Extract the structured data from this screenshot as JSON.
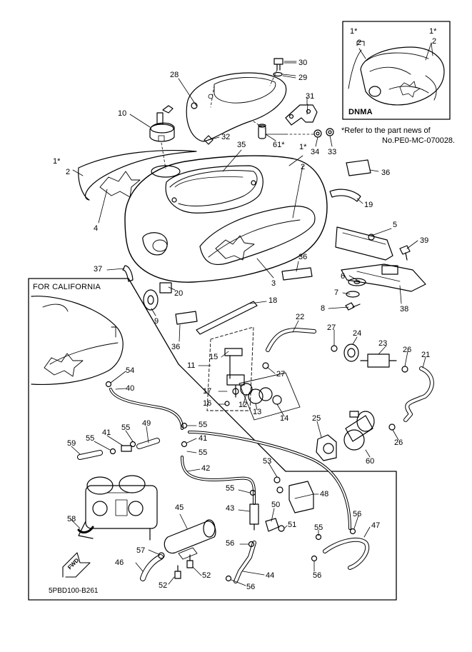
{
  "diagram": {
    "code": "5PBD100-B261",
    "inset_title": "DNMA",
    "inset_labels": {
      "left_star": "1*",
      "left_num": "2",
      "right_star": "1*",
      "right_num": "2"
    },
    "refer_note_line1": "*Refer to the part news of",
    "refer_note_line2": "No.PE0-MC-070028.",
    "california_box_title": "FOR CALIFORNIA",
    "fwd_label": "FWD",
    "callouts": [
      {
        "id": "c30",
        "text": "30"
      },
      {
        "id": "c29",
        "text": "29"
      },
      {
        "id": "c28",
        "text": "28"
      },
      {
        "id": "c31",
        "text": "31"
      },
      {
        "id": "c10",
        "text": "10"
      },
      {
        "id": "c32",
        "text": "32"
      },
      {
        "id": "c61",
        "text": "61*"
      },
      {
        "id": "c34",
        "text": "34"
      },
      {
        "id": "c33",
        "text": "33"
      },
      {
        "id": "c35",
        "text": "35"
      },
      {
        "id": "c1a",
        "text": "1*"
      },
      {
        "id": "c2a",
        "text": "2"
      },
      {
        "id": "c1b",
        "text": "1*"
      },
      {
        "id": "c2b",
        "text": "2"
      },
      {
        "id": "c36a",
        "text": "36"
      },
      {
        "id": "c4",
        "text": "4"
      },
      {
        "id": "c19",
        "text": "19"
      },
      {
        "id": "c5",
        "text": "5"
      },
      {
        "id": "c39",
        "text": "39"
      },
      {
        "id": "c37",
        "text": "37"
      },
      {
        "id": "c36b",
        "text": "36"
      },
      {
        "id": "c3",
        "text": "3"
      },
      {
        "id": "c6",
        "text": "6"
      },
      {
        "id": "c20",
        "text": "20"
      },
      {
        "id": "c7",
        "text": "7"
      },
      {
        "id": "c38",
        "text": "38"
      },
      {
        "id": "c18",
        "text": "18"
      },
      {
        "id": "c8",
        "text": "8"
      },
      {
        "id": "c9",
        "text": "9"
      },
      {
        "id": "c22",
        "text": "22"
      },
      {
        "id": "c36c",
        "text": "36"
      },
      {
        "id": "c27a",
        "text": "27"
      },
      {
        "id": "c24",
        "text": "24"
      },
      {
        "id": "c15",
        "text": "15"
      },
      {
        "id": "c23",
        "text": "23"
      },
      {
        "id": "c26a",
        "text": "26"
      },
      {
        "id": "c21",
        "text": "21"
      },
      {
        "id": "c11",
        "text": "11"
      },
      {
        "id": "c27b",
        "text": "27"
      },
      {
        "id": "c54",
        "text": "54"
      },
      {
        "id": "c40",
        "text": "40"
      },
      {
        "id": "c17",
        "text": "17"
      },
      {
        "id": "c16",
        "text": "16"
      },
      {
        "id": "c12",
        "text": "12"
      },
      {
        "id": "c13",
        "text": "13"
      },
      {
        "id": "c14",
        "text": "14"
      },
      {
        "id": "c25",
        "text": "25"
      },
      {
        "id": "c55a",
        "text": "55"
      },
      {
        "id": "c49",
        "text": "49"
      },
      {
        "id": "c41a",
        "text": "41"
      },
      {
        "id": "c55b",
        "text": "55"
      },
      {
        "id": "c41b",
        "text": "41"
      },
      {
        "id": "c26b",
        "text": "26"
      },
      {
        "id": "c59",
        "text": "59"
      },
      {
        "id": "c55c",
        "text": "55"
      },
      {
        "id": "c55d",
        "text": "55"
      },
      {
        "id": "c60",
        "text": "60"
      },
      {
        "id": "c42",
        "text": "42"
      },
      {
        "id": "c53",
        "text": "53"
      },
      {
        "id": "c55e",
        "text": "55"
      },
      {
        "id": "c48",
        "text": "48"
      },
      {
        "id": "c45",
        "text": "45"
      },
      {
        "id": "c43",
        "text": "43"
      },
      {
        "id": "c50",
        "text": "50"
      },
      {
        "id": "c58",
        "text": "58"
      },
      {
        "id": "c51",
        "text": "51"
      },
      {
        "id": "c56a",
        "text": "56"
      },
      {
        "id": "c47",
        "text": "47"
      },
      {
        "id": "c55f",
        "text": "55"
      },
      {
        "id": "c57",
        "text": "57"
      },
      {
        "id": "c56b",
        "text": "56"
      },
      {
        "id": "c46",
        "text": "46"
      },
      {
        "id": "c52a",
        "text": "52"
      },
      {
        "id": "c44",
        "text": "44"
      },
      {
        "id": "c56c",
        "text": "56"
      },
      {
        "id": "c52b",
        "text": "52"
      },
      {
        "id": "c56d",
        "text": "56"
      }
    ]
  }
}
